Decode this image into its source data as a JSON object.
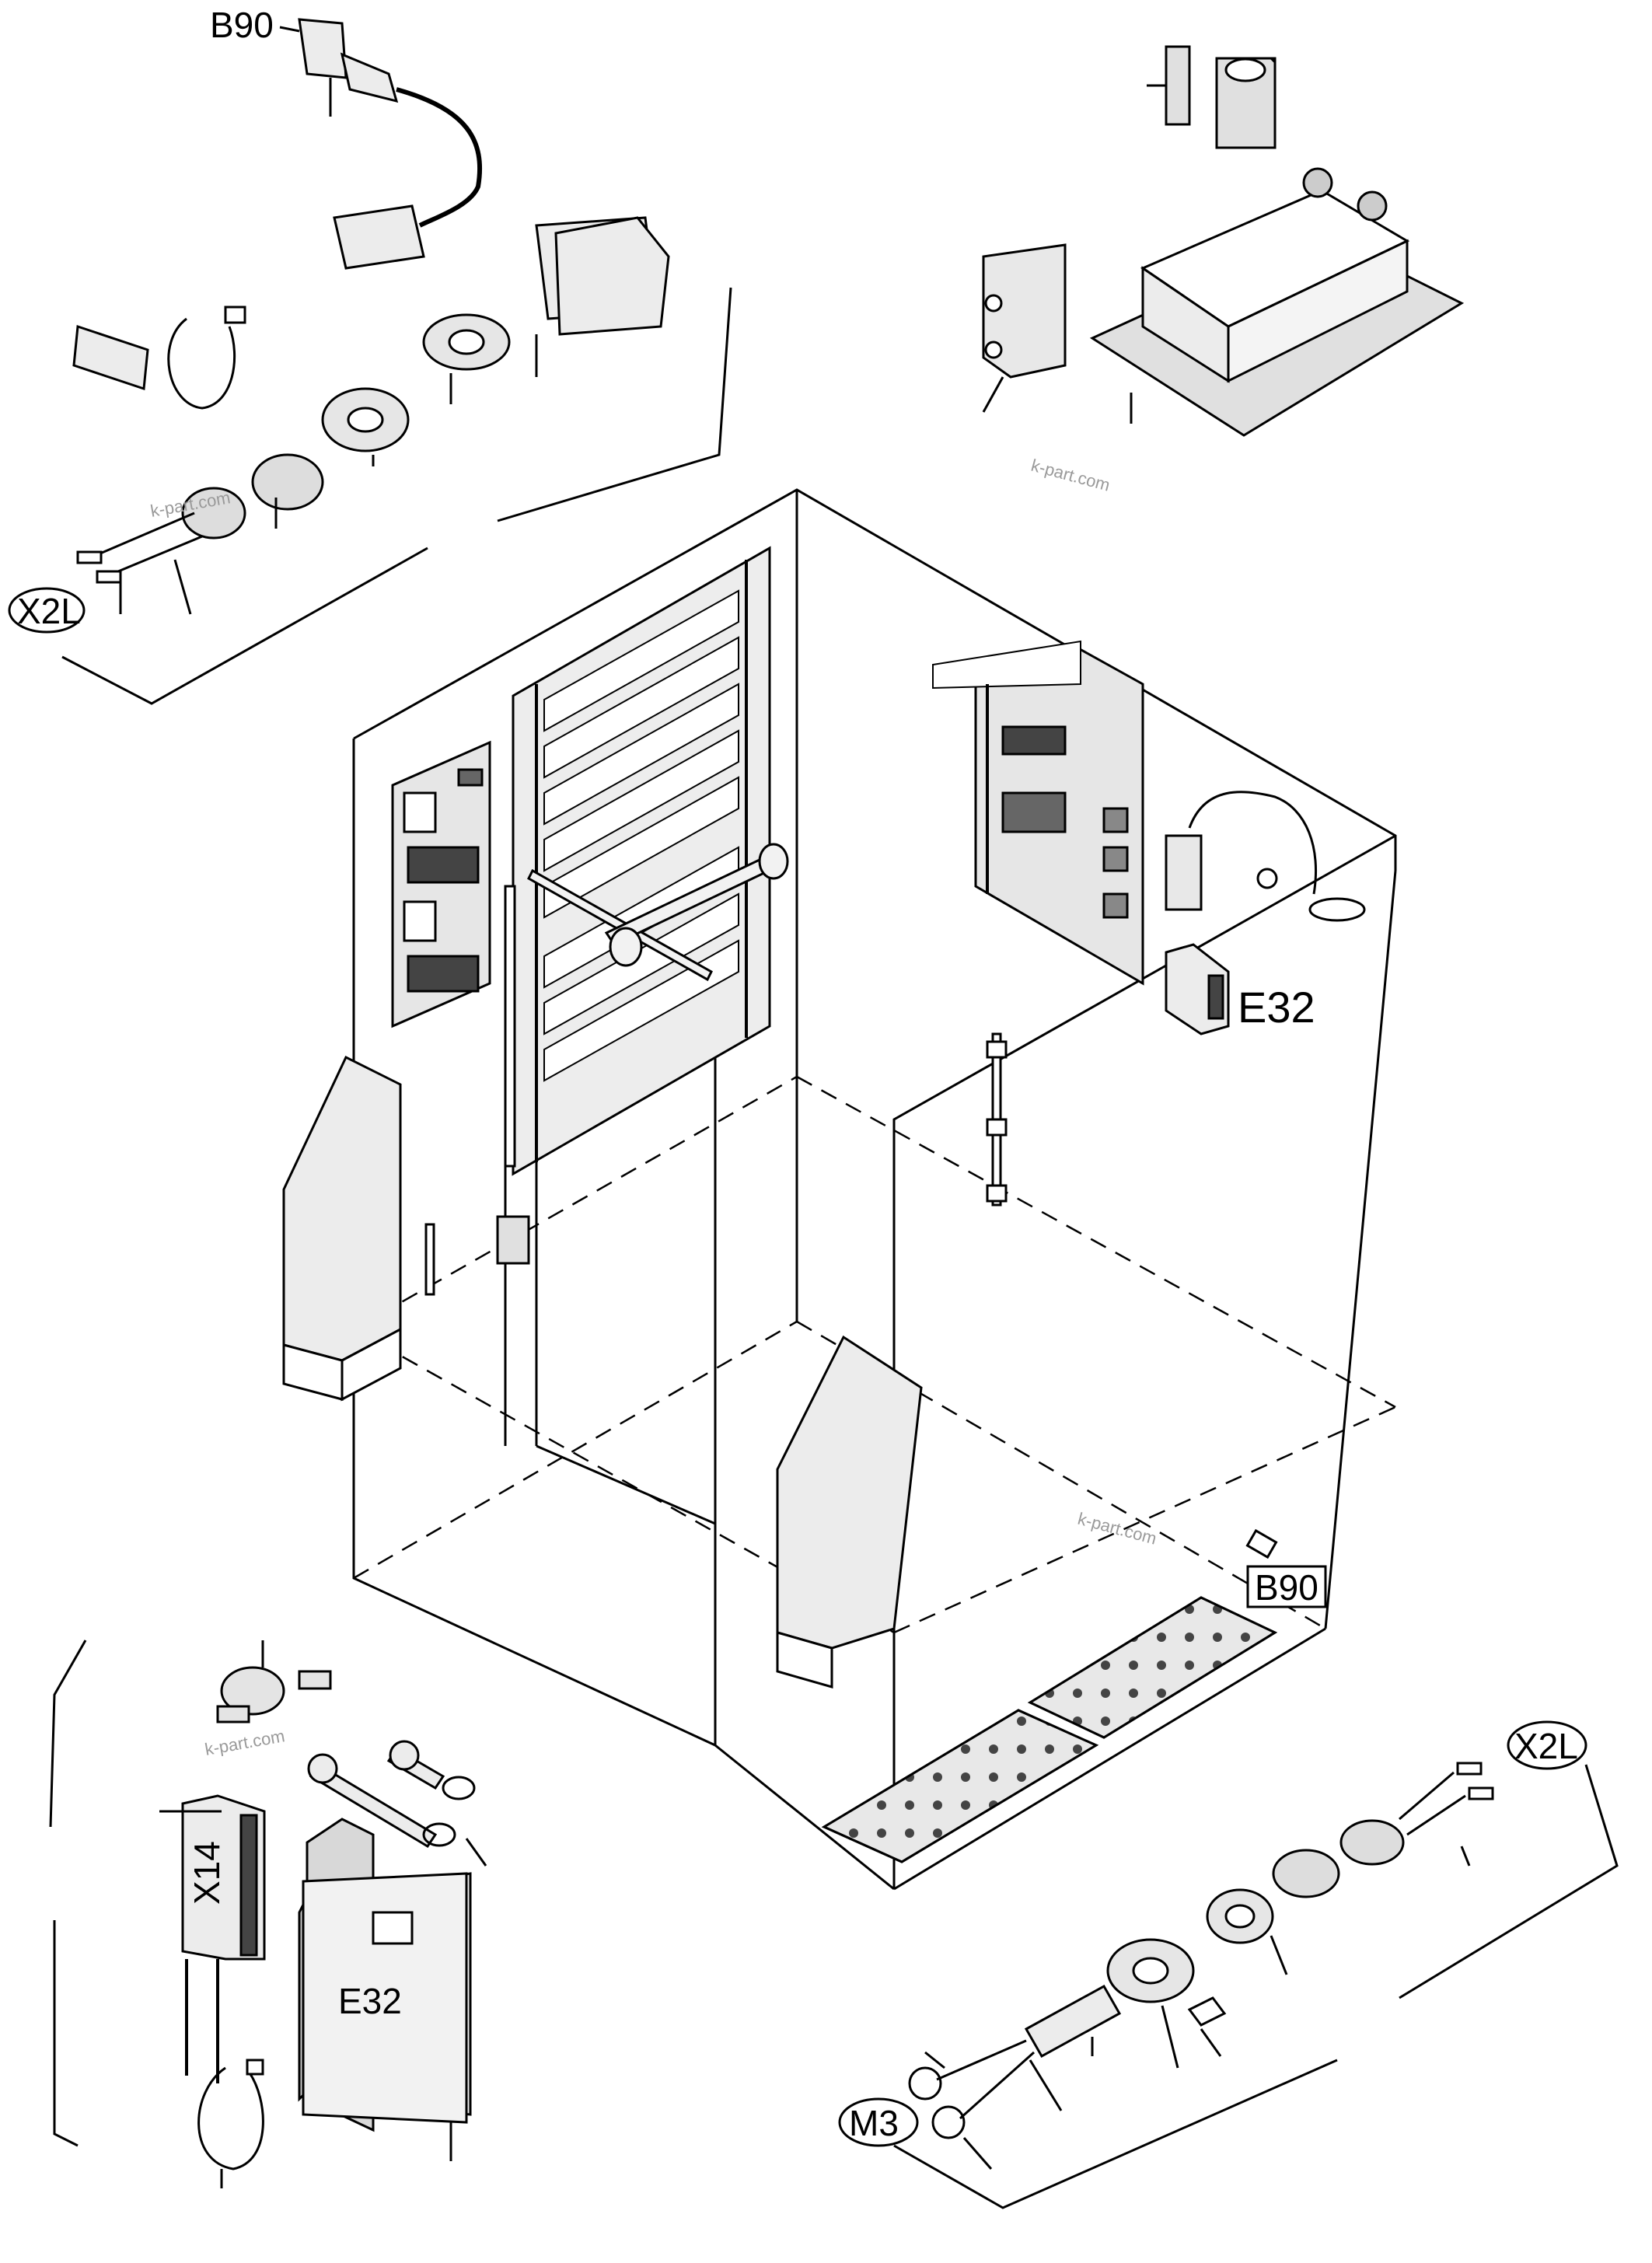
{
  "labels": {
    "b90_top": "B90",
    "x2l_top": "X2L",
    "e32_cabinet": "E32",
    "b90_boxed": "B90",
    "x2l_bottom": "X2L",
    "m3": "M3",
    "x14": "X14",
    "e32_module": "E32"
  },
  "watermarks": [
    "k-part.com",
    "k-part.com",
    "k-part.com",
    "k-part.com"
  ],
  "colors": {
    "line": "#000000",
    "part_fill": "#e8e8e8",
    "panel_fill": "#dcdcdc",
    "watermark": "#9a9a9a"
  }
}
